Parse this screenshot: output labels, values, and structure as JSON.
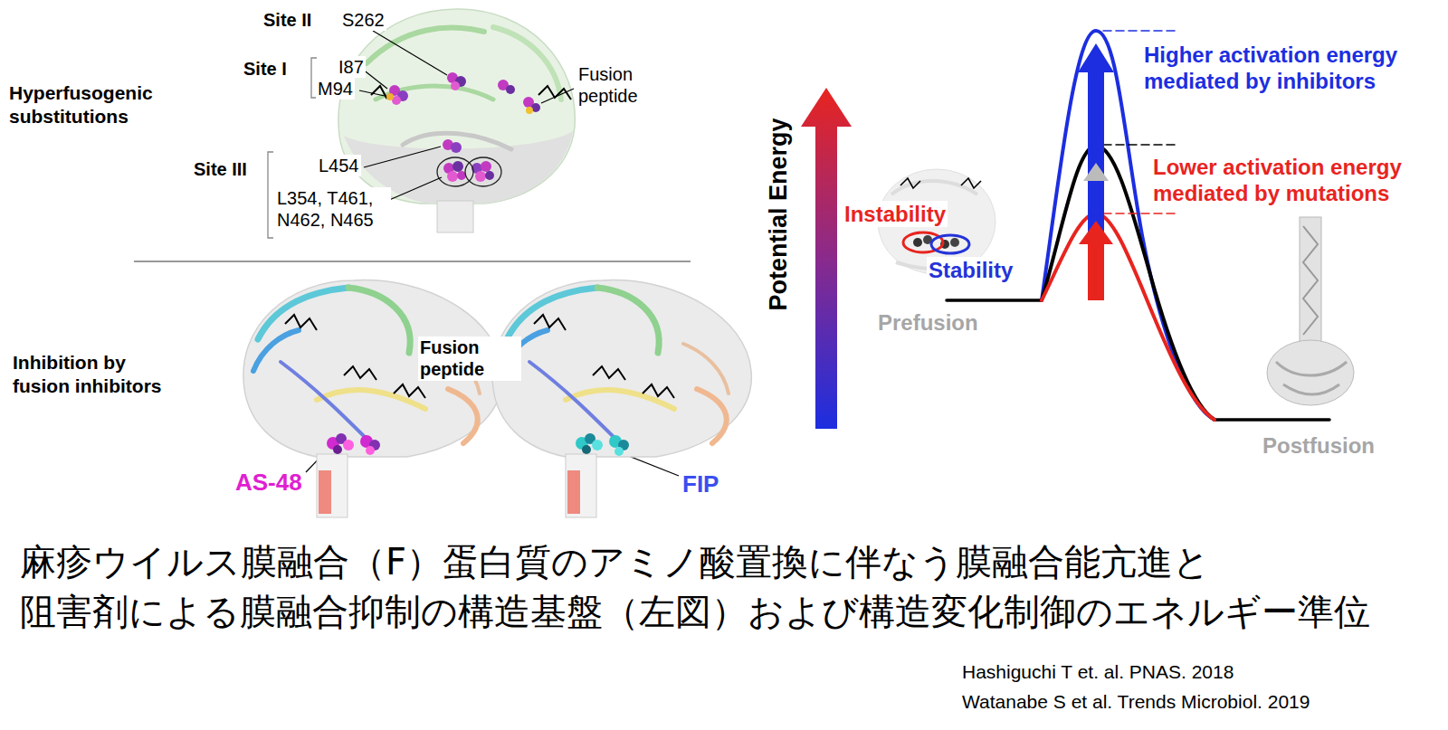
{
  "diagram": {
    "caption": "麻疹ウイルス膜融合（F）蛋白質のアミノ酸置換に伴なう膜融合能亢進と 阻害剤による膜融合抑制の構造基盤（左図）および構造変化制御のエネルギー準位",
    "labels": [
      "Hyperfusogenic substitutions",
      "Site II",
      "S262",
      "Site I",
      "I87",
      "M94",
      "Fusion peptide",
      "Site III",
      "L454",
      "L354, T461, N462, N465",
      "Inhibition by fusion inhibitors",
      "Fusion peptide",
      "AS-48",
      "FIP",
      "Instability",
      "Stability",
      "Prefusion",
      "Potential Energy",
      "Higher activation energy mediated by inhibitors",
      "Lower activation energy mediated by mutations",
      "Postfusion",
      "Hashiguchi T et. al. PNAS. 2018",
      "Watanabe S et al. Trends Microbiol. 2019"
    ]
  }
}
